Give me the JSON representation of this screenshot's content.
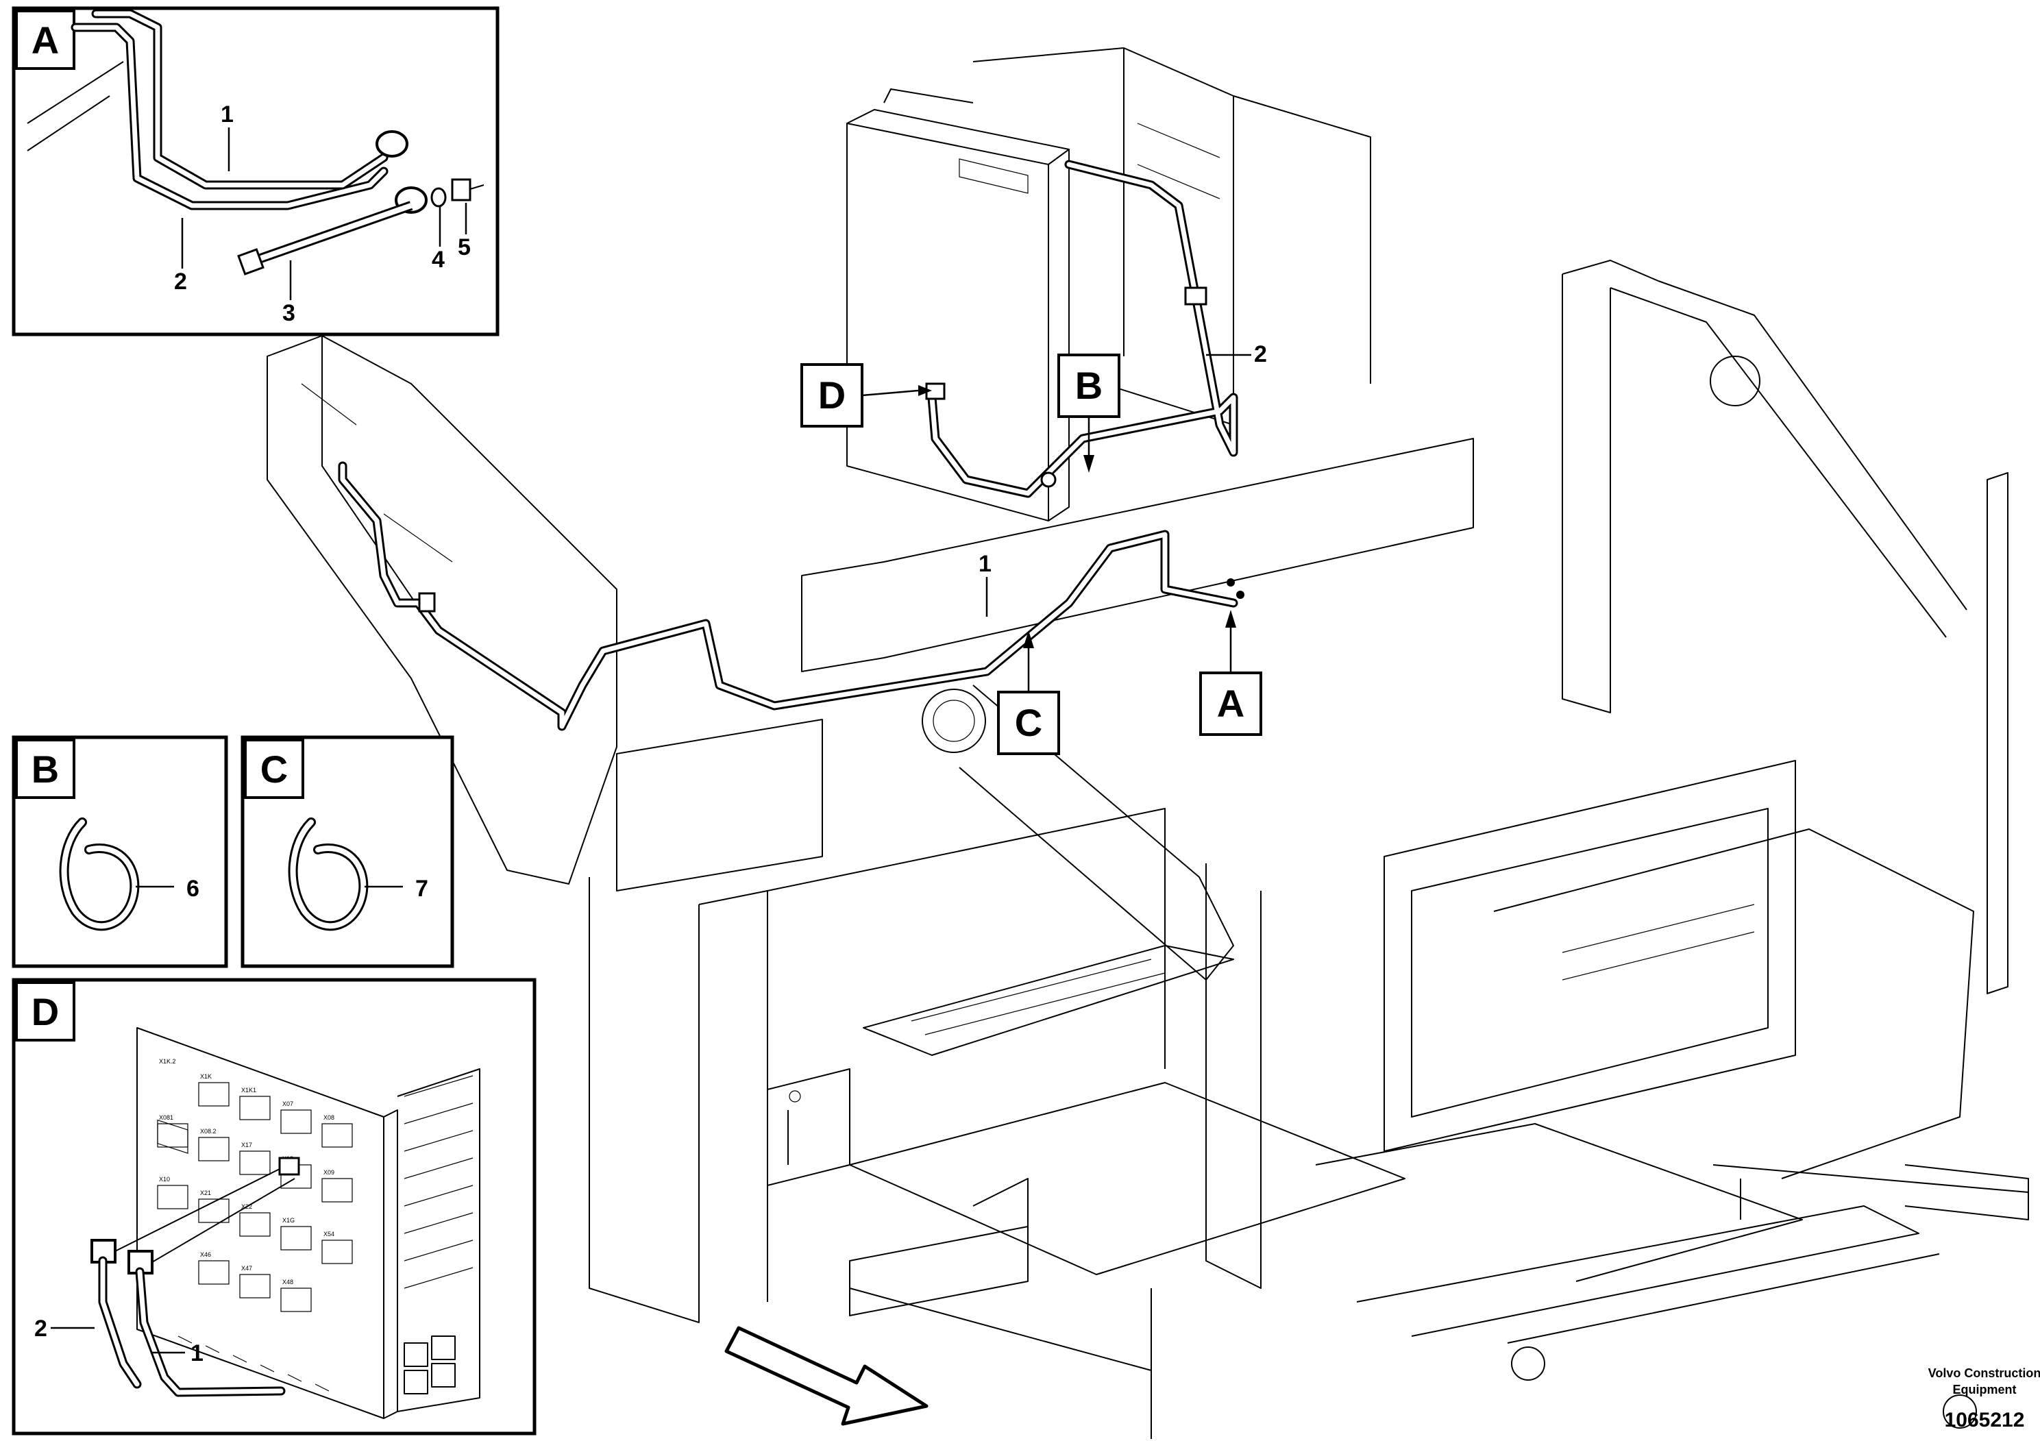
{
  "callouts": {
    "A": "A",
    "B": "B",
    "C": "C",
    "D": "D"
  },
  "main_labels": {
    "item_1": "1",
    "item_2": "2"
  },
  "detail_a": {
    "letter": "A",
    "items": [
      "1",
      "2",
      "3",
      "4",
      "5"
    ]
  },
  "detail_b": {
    "letter": "B",
    "item": "6"
  },
  "detail_c": {
    "letter": "C",
    "item": "7"
  },
  "detail_d": {
    "letter": "D",
    "items": [
      "2",
      "1"
    ],
    "board_labels": [
      "X1K.2",
      "X1K",
      "X1K1",
      "X07",
      "X08",
      "X081",
      "X08.2",
      "X17",
      "X18",
      "X09",
      "X10",
      "X21",
      "X22",
      "X1G",
      "X54",
      "X46",
      "X47",
      "X48"
    ]
  },
  "footer": {
    "company_line1": "Volvo Construction",
    "company_line2": "Equipment",
    "drawing_number": "1065212"
  },
  "icons": {
    "direction_arrow": "forward-direction-arrow-icon"
  }
}
